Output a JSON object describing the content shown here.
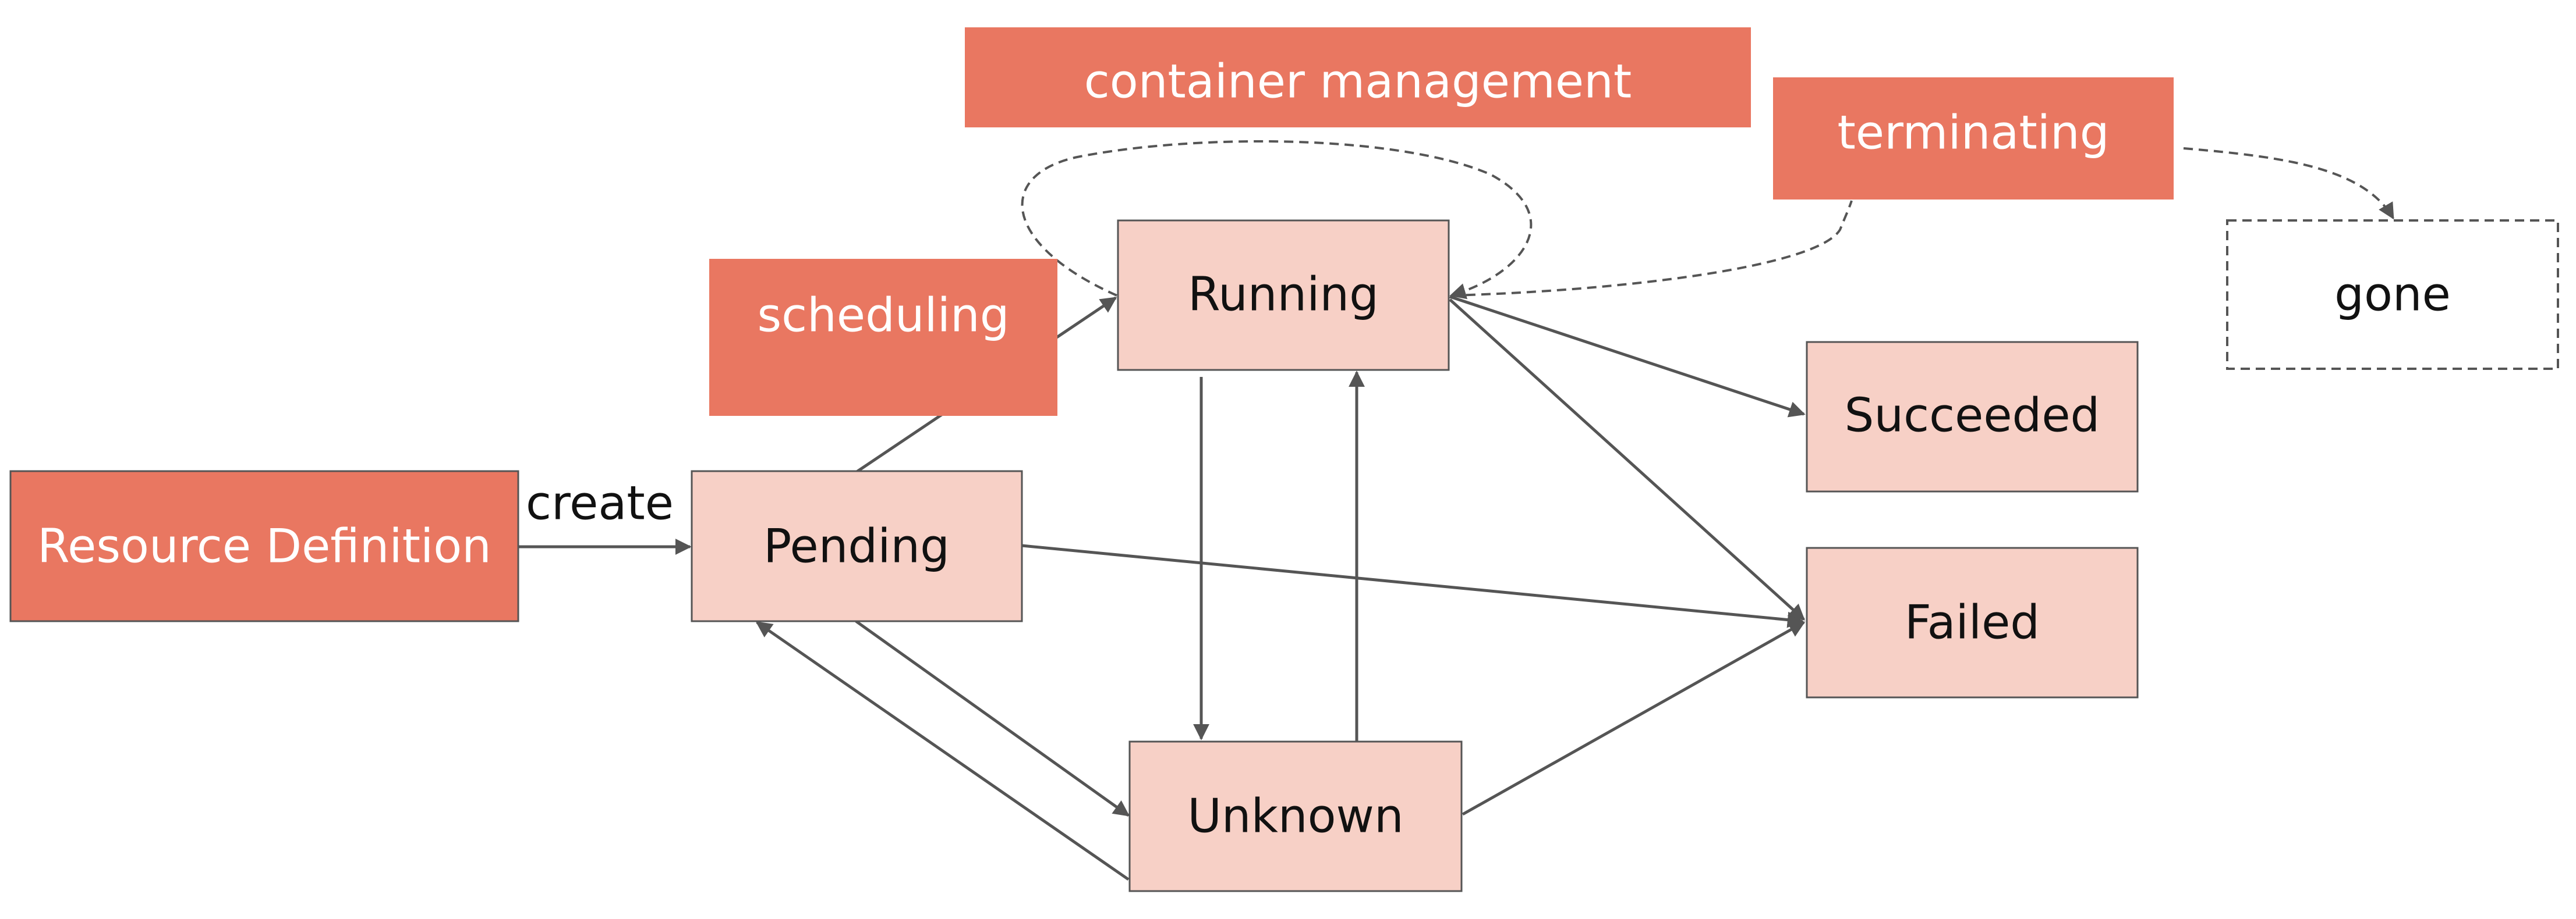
{
  "colors": {
    "phase_fill": "#e97761",
    "state_fill": "#f7d0c6",
    "state_stroke": "#555555",
    "edge": "#555555",
    "phase_text": "#ffffff",
    "state_text": "#111111"
  },
  "phases": {
    "resource_definition": "Resource Definition",
    "scheduling": "scheduling",
    "container_management": "container management",
    "terminating": "terminating"
  },
  "states": {
    "pending": "Pending",
    "running": "Running",
    "unknown": "Unknown",
    "succeeded": "Succeeded",
    "failed": "Failed",
    "gone": "gone"
  },
  "edge_labels": {
    "create": "create"
  }
}
